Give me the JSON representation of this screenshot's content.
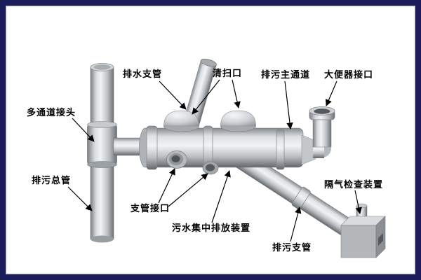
{
  "labels": {
    "drain_branch_pipe": "排水支管",
    "cleanout_port": "清扫口",
    "main_sewage_channel": "排污主通道",
    "toilet_connector": "大便器接口",
    "multi_channel_joint": "多通道接头",
    "main_sewage_pipe": "排污总管",
    "branch_pipe_joint": "支管接口",
    "central_discharge_device": "污水集中排放装置",
    "sewage_branch_pipe": "排污支管",
    "air_trap_inspection_device": "隔气检查装置"
  },
  "colors": {
    "frame": "#1c1c5a",
    "background": "#ffffff",
    "label_text": "#000000"
  }
}
